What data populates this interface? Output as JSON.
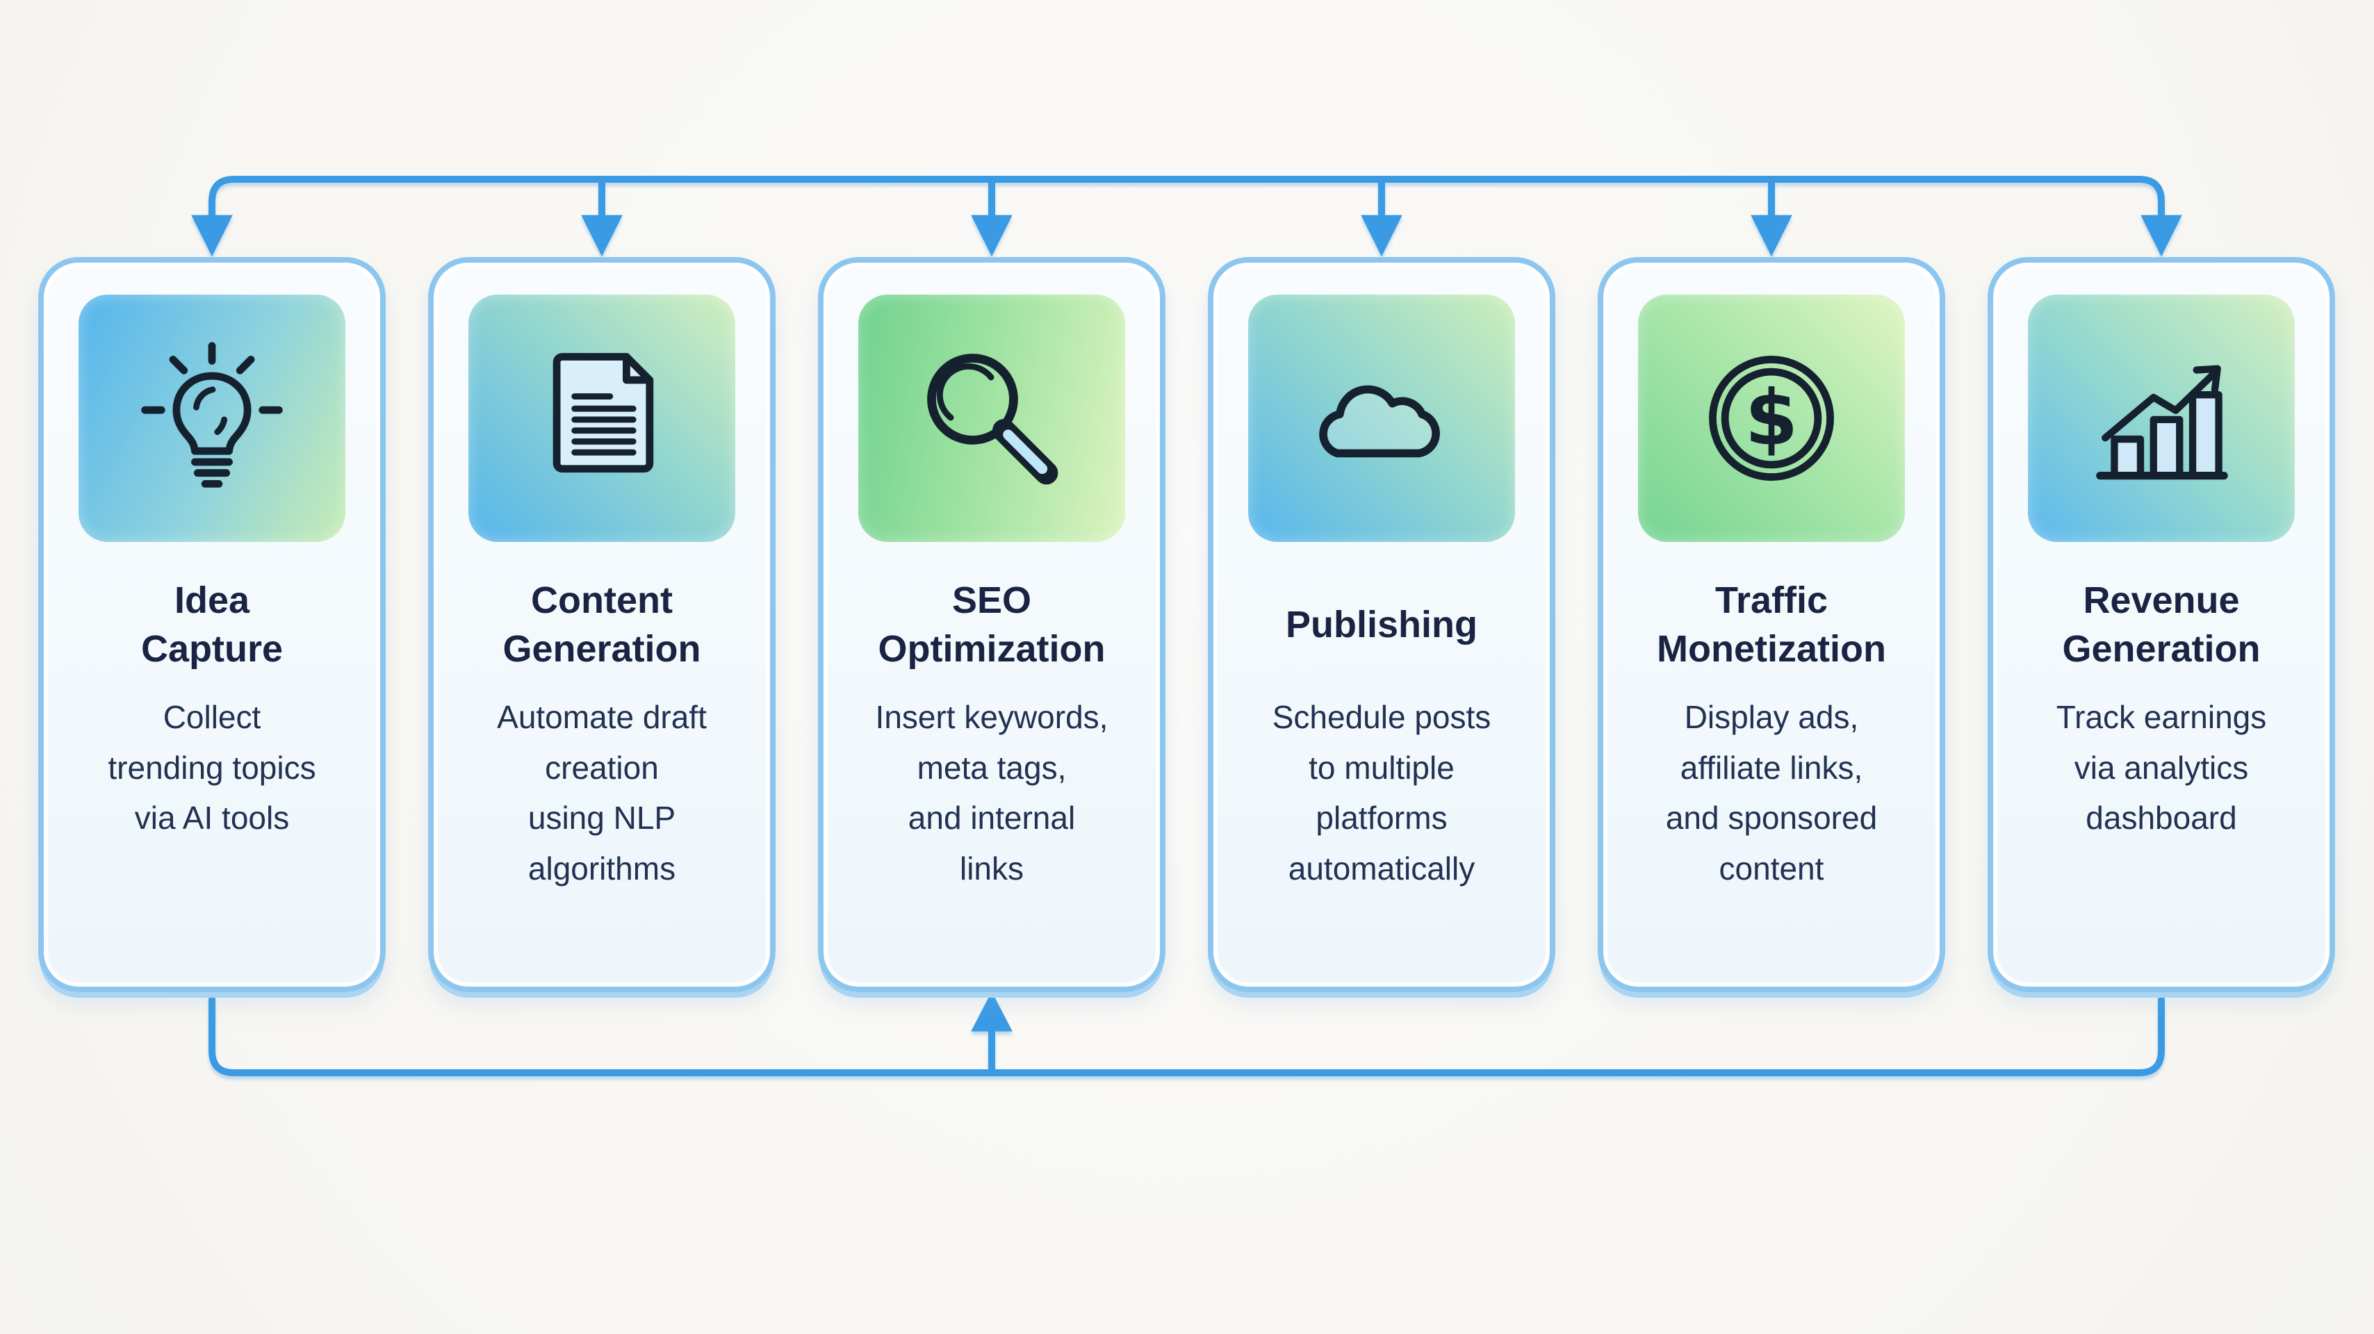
{
  "diagram": {
    "title": "",
    "colors": {
      "background": "#f8f7f4",
      "connector_blue": "#3a9be4",
      "card_border": "#8cc6ef",
      "card_fill": "#f2f8fd",
      "title_text": "#1a2442",
      "description_text": "#223152",
      "icon_stroke": "#16212f"
    },
    "cards": [
      {
        "title": "Idea\nCapture",
        "description": "Collect\ntrending topics\nvia AI tools",
        "icon": "lightbulb-icon",
        "tile_gradient": {
          "angle": "115deg",
          "from": "#55b5ec",
          "mid": "#8fd3dd",
          "to": "#c6ecb4"
        }
      },
      {
        "title": "Content\nGeneration",
        "description": "Automate draft\ncreation\nusing NLP\nalgorithms",
        "icon": "document-icon",
        "tile_gradient": {
          "angle": "45deg",
          "from": "#55b5ec",
          "mid": "#93d6cf",
          "to": "#d2efbd"
        }
      },
      {
        "title": "SEO\nOptimization",
        "description": "Insert keywords,\nmeta tags,\nand internal\nlinks",
        "icon": "magnifier-icon",
        "tile_gradient": {
          "angle": "100deg",
          "from": "#70d28f",
          "mid": "#a8e5a6",
          "to": "#ddf3c0"
        }
      },
      {
        "title": "Publishing",
        "description": "Schedule posts\nto multiple\nplatforms\nautomatically",
        "icon": "cloud-icon",
        "tile_gradient": {
          "angle": "45deg",
          "from": "#57b6ed",
          "mid": "#96d8cc",
          "to": "#cdeeba"
        }
      },
      {
        "title": "Traffic\nMonetization",
        "description": "Display ads,\naffiliate links,\nand sponsored\ncontent",
        "icon": "dollar-coin-icon",
        "tile_gradient": {
          "angle": "45deg",
          "from": "#75d492",
          "mid": "#ace7ab",
          "to": "#e0f4c3"
        }
      },
      {
        "title": "Revenue\nGeneration",
        "description": "Track earnings\nvia analytics\ndashboard",
        "icon": "analytics-chart-icon",
        "tile_gradient": {
          "angle": "45deg",
          "from": "#5cb9ee",
          "mid": "#9cdccb",
          "to": "#d5f0bf"
        }
      }
    ],
    "connections": {
      "top_line": "distributes from step 1 across all six steps (downward arrows)",
      "bottom_line": "feedback from Idea Capture and Revenue Generation back into SEO Optimization (upward arrow)"
    }
  }
}
